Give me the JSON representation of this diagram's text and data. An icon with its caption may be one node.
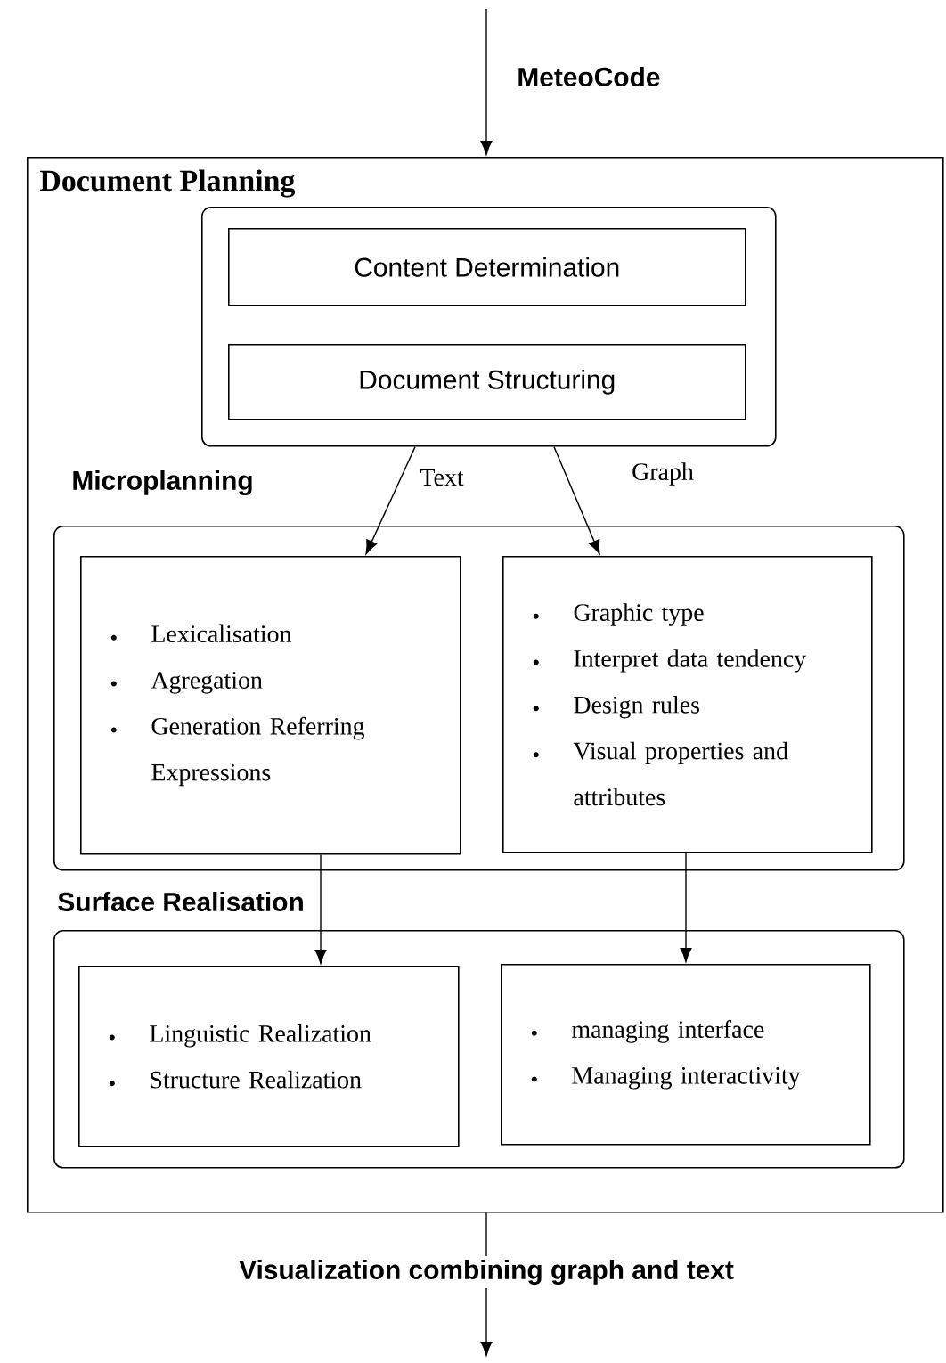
{
  "diagram": {
    "nodes": [
      {
        "text": [
          "Document Planning"
        ]
      },
      {
        "text": [],
        "shape": "box",
        "in": 0
      },
      {
        "text": [
          "Content Determination"
        ],
        "in": 1
      },
      {
        "text": [
          "Document Structuring"
        ],
        "in": 1
      },
      {
        "text": [
          "Microplanning"
        ],
        "in": 0
      },
      {
        "text": [
          "Lexicalisation",
          "Agregation",
          "Generation Referring Expressions"
        ],
        "in": 4
      },
      {
        "text": [
          "Graphic type",
          "Interpret data tendency",
          "Design rules",
          "Visual properties and attributes"
        ],
        "in": 4
      },
      {
        "text": [
          "Surface Realisation"
        ],
        "in": 0
      },
      {
        "text": [
          "Linguistic Realization",
          "Structure Realization"
        ],
        "in": 7
      },
      {
        "text": [
          "managing interface",
          "Managing interactivity"
        ],
        "in": 7
      }
    ],
    "edges": [
      {
        "from": null,
        "to": 0,
        "arrow": "to",
        "label": "MeteoCode"
      },
      {
        "from": 1,
        "to": 5,
        "arrow": "to",
        "label": "Text"
      },
      {
        "from": 1,
        "to": 6,
        "arrow": "to",
        "label": "Graph"
      },
      {
        "from": 5,
        "to": 8,
        "arrow": "to"
      },
      {
        "from": 6,
        "to": 9,
        "arrow": "to"
      },
      {
        "from": 0,
        "to": null,
        "arrow": "to",
        "label": "Visualization combining graph and text"
      }
    ]
  }
}
